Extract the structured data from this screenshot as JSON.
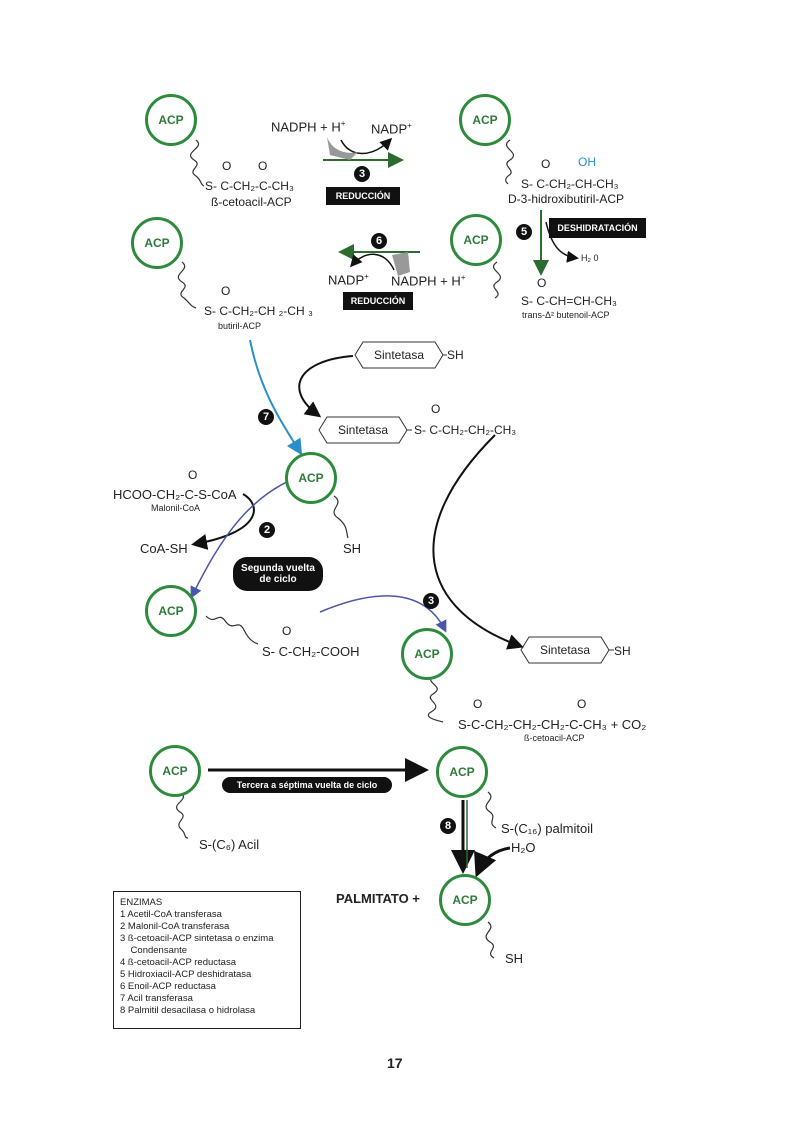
{
  "acp_label": "ACP",
  "colors": {
    "acp_ring": "#2e8b3d",
    "blue": "#2a8fc7",
    "arrow_green": "#2e6b2e",
    "arrow_dark": "#111111"
  },
  "step3_top": {
    "nadph": "NADPH + H",
    "nadph_sup": "+",
    "nadp": "NADP",
    "nadp_sup": "+",
    "number": "3",
    "label": "REDUCCIÓN"
  },
  "ketoacyl_acp": {
    "o1": "O",
    "o2": "O",
    "formula": "S- C-CH₂-C-CH₃",
    "name": "ß-cetoacil-ACP"
  },
  "hydroxy": {
    "o": "O",
    "oh": "OH",
    "formula": "S- C-CH₂-CH-CH₃",
    "name": "D-3-hidroxibutiril-ACP"
  },
  "step5": {
    "number": "5",
    "label": "DESHIDRATACIÓN",
    "water": "H₂ 0"
  },
  "butenoyl": {
    "o": "O",
    "formula": "S- C-CH=CH-CH₃",
    "name": "trans-Δ² butenoil-ACP"
  },
  "step6": {
    "number": "6",
    "nadp": "NADP",
    "nadp_sup": "+",
    "nadph": "NADPH + H",
    "nadph_sup": "+",
    "label": "REDUCCIÓN"
  },
  "butyryl": {
    "o": "O",
    "formula": "S- C-CH₂-CH ₂-CH ₃",
    "name": "butiril-ACP"
  },
  "synthetase_sh_top": {
    "label": "Sintetasa",
    "sh": "SH"
  },
  "step7": {
    "number": "7"
  },
  "synthetase_butyryl": {
    "label": "Sintetasa",
    "o": "O",
    "formula": "S- C-CH₂-CH₂-CH₃"
  },
  "acp_sh_mid": {
    "sh": "SH"
  },
  "malonyl": {
    "o": "O",
    "formula": "HCOO-CH₂-C-S-CoA",
    "name": "Malonil-CoA"
  },
  "step2": {
    "number": "2",
    "coash": "CoA-SH"
  },
  "second_round": {
    "line1": "Segunda vuelta",
    "line2": "de ciclo"
  },
  "malonyl_acp": {
    "o": "O",
    "formula": "S- C-CH₂-COOH"
  },
  "step3_mid": {
    "number": "3"
  },
  "synthetase_sh_mid": {
    "label": "Sintetasa",
    "sh": "SH"
  },
  "ketoacyl_c6": {
    "o1": "O",
    "o2": "O",
    "formula": "S-C-CH₂-CH₂-CH₂-C-CH₃ + CO₂",
    "name": "ß-cetoacil-ACP"
  },
  "third_round": {
    "label": "Tercera a séptima vuelta de ciclo"
  },
  "acyl_c6": {
    "formula": "S-(C₆) Acil"
  },
  "palmitoyl": {
    "formula": "S-(C₁₆) palmitoil",
    "water": "H₂O"
  },
  "step8": {
    "number": "8"
  },
  "palmitate": {
    "label": "PALMITATO +"
  },
  "final_acp": {
    "sh": "SH"
  },
  "enzymes": {
    "title": "ENZIMAS",
    "items": [
      "1  Acetil-CoA transferasa",
      "2  Malonil-CoA transferasa",
      "3  ß-cetoacil-ACP sintetasa o enzima",
      "    Condensante",
      "4  ß-cetoacil-ACP reductasa",
      "5  Hidroxiacil-ACP deshidratasa",
      "6  Enoil-ACP reductasa",
      "7  Acil transferasa",
      "8  Palmitil desacilasa o hidrolasa"
    ]
  },
  "page_number": "17"
}
